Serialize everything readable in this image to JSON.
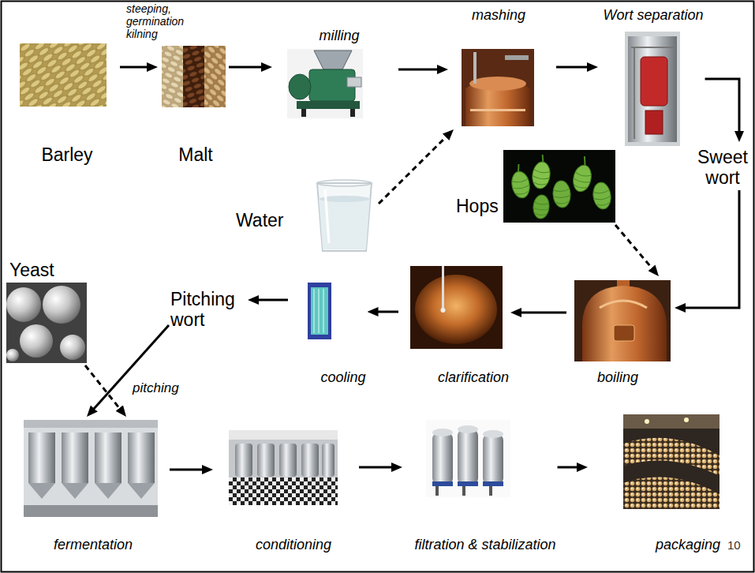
{
  "diagram": {
    "nodes": [
      {
        "text": [
          "Barley"
        ]
      },
      {
        "text": [
          "Malt"
        ]
      },
      {
        "text": [
          "milling"
        ]
      },
      {
        "text": [
          "mashing"
        ]
      },
      {
        "text": [
          "Wort separation"
        ]
      },
      {
        "text": [
          "Sweet wort"
        ]
      },
      {
        "text": [
          "Hops"
        ]
      },
      {
        "text": [
          "Water"
        ]
      },
      {
        "text": [
          "Yeast"
        ]
      },
      {
        "text": [
          "Pitching wort"
        ]
      },
      {
        "text": [
          "cooling"
        ]
      },
      {
        "text": [
          "clarification"
        ]
      },
      {
        "text": [
          "boiling"
        ]
      },
      {
        "text": [
          "fermentation"
        ]
      },
      {
        "text": [
          "conditioning"
        ]
      },
      {
        "text": [
          "filtration & stabilization"
        ]
      },
      {
        "text": [
          "packaging"
        ]
      }
    ],
    "edges": [
      {
        "from": 0,
        "to": 1,
        "arrow": "to",
        "label": "steeping, germination kilning"
      },
      {
        "from": 1,
        "to": 2,
        "arrow": "to"
      },
      {
        "from": 2,
        "to": 3,
        "arrow": "to"
      },
      {
        "from": 7,
        "to": 3,
        "arrow": "to"
      },
      {
        "from": 3,
        "to": 4,
        "arrow": "to"
      },
      {
        "from": 4,
        "to": 5,
        "arrow": "to"
      },
      {
        "from": 5,
        "to": 12,
        "arrow": "to"
      },
      {
        "from": 6,
        "to": 12,
        "arrow": "to"
      },
      {
        "from": 12,
        "to": 11,
        "arrow": "to"
      },
      {
        "from": 11,
        "to": 10,
        "arrow": "to"
      },
      {
        "from": 10,
        "to": 9,
        "arrow": "to"
      },
      {
        "from": 9,
        "to": 13,
        "arrow": "to",
        "label": "pitching"
      },
      {
        "from": 8,
        "to": 13,
        "arrow": "to"
      },
      {
        "from": 13,
        "to": 14,
        "arrow": "to"
      },
      {
        "from": 14,
        "to": 15,
        "arrow": "to"
      },
      {
        "from": 15,
        "to": 16,
        "arrow": "to"
      }
    ],
    "labels": [
      "10"
    ]
  }
}
